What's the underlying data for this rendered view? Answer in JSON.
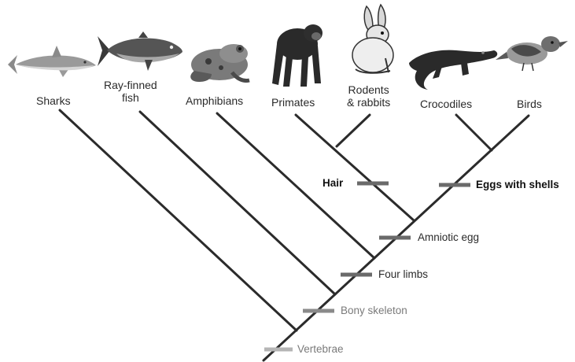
{
  "taxa": [
    {
      "id": "sharks",
      "label": "Sharks",
      "icon": "shark-icon"
    },
    {
      "id": "ray-finned-fish",
      "label_line1": "Ray-finned",
      "label_line2": "fish",
      "icon": "fish-icon"
    },
    {
      "id": "amphibians",
      "label": "Amphibians",
      "icon": "frog-icon"
    },
    {
      "id": "primates",
      "label": "Primates",
      "icon": "chimpanzee-icon"
    },
    {
      "id": "rodents-rabbits",
      "label_line1": "Rodents",
      "label_line2": "& rabbits",
      "icon": "rabbit-icon"
    },
    {
      "id": "crocodiles",
      "label": "Crocodiles",
      "icon": "crocodile-icon"
    },
    {
      "id": "birds",
      "label": "Birds",
      "icon": "bird-icon"
    }
  ],
  "characters": [
    {
      "id": "vertebrae",
      "label": "Vertebrae"
    },
    {
      "id": "bony-skeleton",
      "label": "Bony skeleton"
    },
    {
      "id": "four-limbs",
      "label": "Four limbs"
    },
    {
      "id": "amniotic-egg",
      "label": "Amniotic egg"
    },
    {
      "id": "hair",
      "label": "Hair"
    },
    {
      "id": "eggs-with-shells",
      "label": "Eggs with shells"
    }
  ],
  "colors": {
    "branch": "#2b2b2b",
    "marker": "#6a6a6a",
    "marker_faint": "#b5b5b5",
    "animal_dark": "#2e2e2e",
    "animal_mid": "#7d7d7d",
    "animal_light": "#c9c9c9"
  }
}
